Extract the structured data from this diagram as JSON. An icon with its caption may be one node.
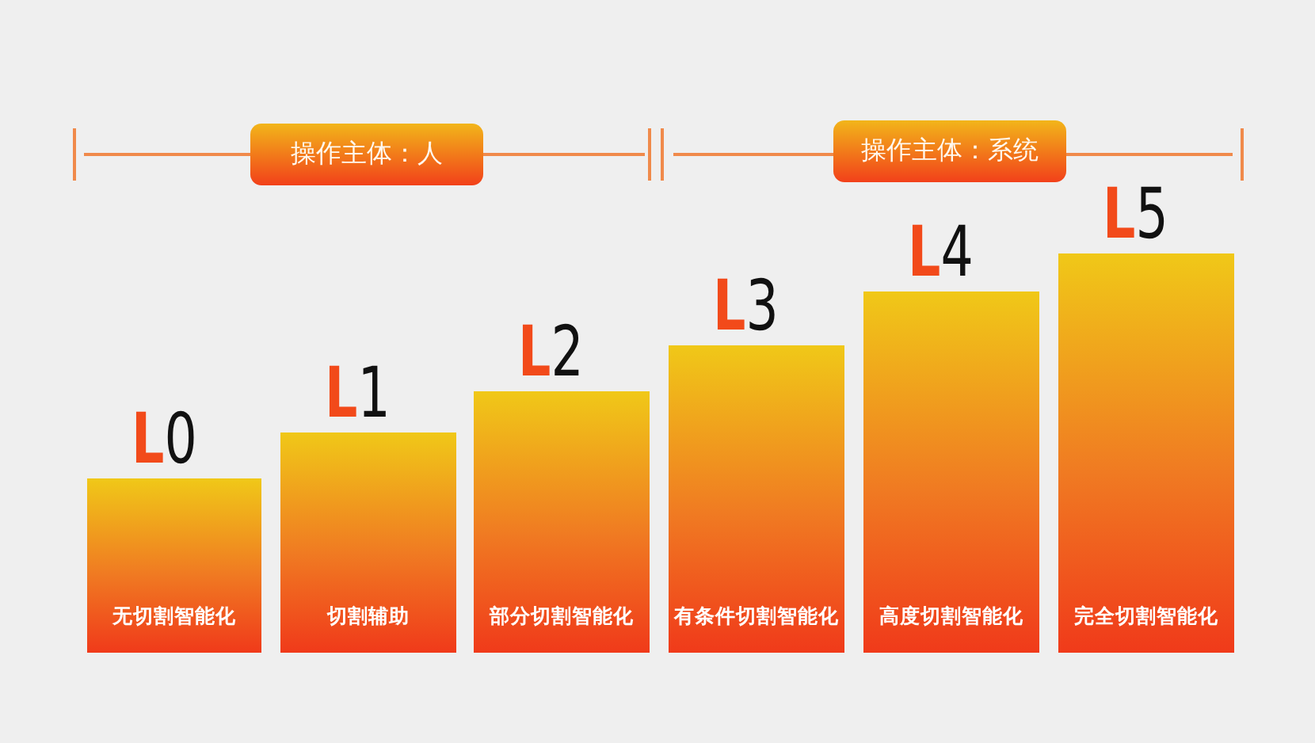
{
  "diagram": {
    "nodes": [
      {
        "text": [
          "操作主体：人"
        ]
      },
      {
        "text": [
          "操作主体：系统"
        ]
      },
      {
        "text": [
          "无切割智能化"
        ],
        "beside": [
          "L0"
        ]
      },
      {
        "text": [
          "切割辅助"
        ],
        "beside": [
          "L1"
        ]
      },
      {
        "text": [
          "部分切割智能化"
        ],
        "beside": [
          "L2"
        ]
      },
      {
        "text": [
          "有条件切割智能化"
        ],
        "beside": [
          "L3"
        ]
      },
      {
        "text": [
          "高度切割智能化"
        ],
        "beside": [
          "L4"
        ]
      },
      {
        "text": [
          "完全切割智能化"
        ],
        "beside": [
          "L5"
        ]
      }
    ]
  }
}
